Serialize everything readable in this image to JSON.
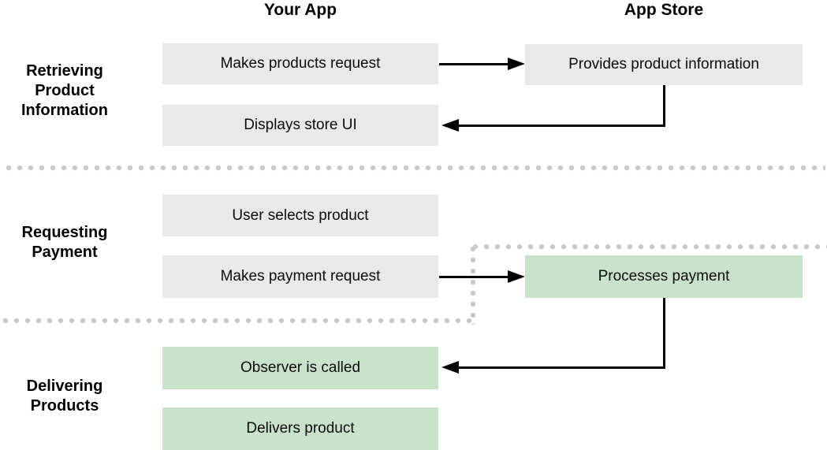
{
  "diagram": {
    "columns": {
      "your_app": "Your App",
      "app_store": "App Store"
    },
    "phases": {
      "retrieving_product_information": "Retrieving\nProduct\nInformation",
      "requesting_payment": "Requesting\nPayment",
      "delivering_products": "Delivering\nProducts"
    },
    "boxes": {
      "makes_products_request": "Makes products request",
      "provides_product_information": "Provides product information",
      "displays_store_ui": "Displays store UI",
      "user_selects_product": "User selects product",
      "makes_payment_request": "Makes payment request",
      "processes_payment": "Processes payment",
      "observer_is_called": "Observer is called",
      "delivers_product": "Delivers product"
    },
    "colors": {
      "app_box": "#e9e9e9",
      "store_box": "#c9e3ca",
      "dot": "#c9c9c9",
      "arrow": "#000000"
    }
  }
}
